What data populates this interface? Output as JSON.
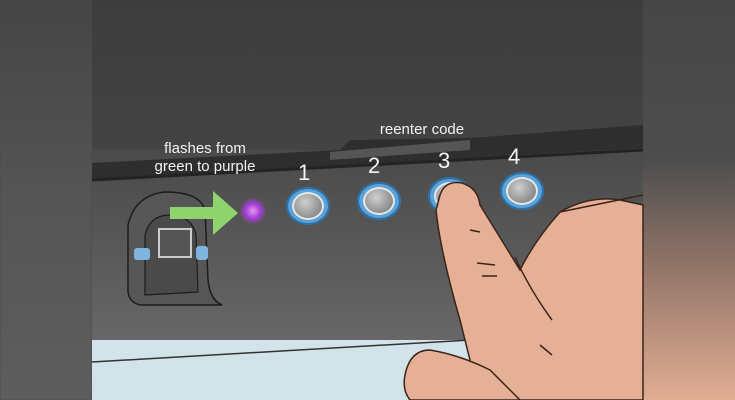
{
  "annotations": {
    "led_caption_line1": "flashes from",
    "led_caption_line2": "green to purple",
    "keypad_caption": "reenter code"
  },
  "keypad": {
    "buttons": [
      {
        "label": "1"
      },
      {
        "label": "2"
      },
      {
        "label": "3",
        "pressed": true
      },
      {
        "label": "4"
      }
    ]
  },
  "indicator": {
    "led_color": "#a63ed6",
    "arrow_color": "#8fd36f"
  },
  "colors": {
    "button_ring": "#5aa3d9",
    "skin": "#e6b097",
    "device": "#4a4a4a",
    "surface": "#d3e3ea"
  }
}
